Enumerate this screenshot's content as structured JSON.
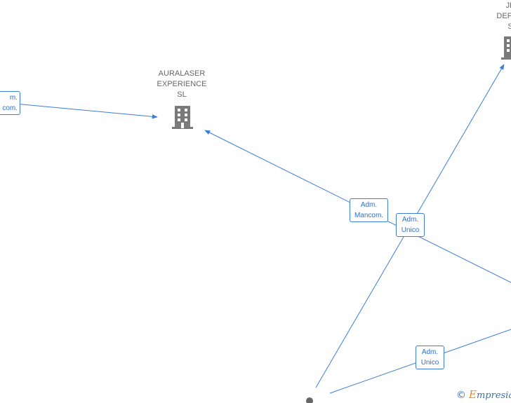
{
  "nodes": {
    "auralaser": {
      "name": "AURALASER\nEXPERIENCE\nSL"
    },
    "top_right": {
      "name": "JE\nDEPILA\nS"
    }
  },
  "edge_labels": {
    "left": "m.\ncom.",
    "center_mancom": "Adm.\nMancom.",
    "center_unico": "Adm.\nUnico",
    "bottom_unico": "Adm.\nUnico"
  },
  "watermark": {
    "copyright": "©",
    "brand_initial": "E",
    "brand_rest": "mpresia"
  },
  "colors": {
    "edge": "#3b7dd8",
    "node_text": "#666666",
    "building": "#7a7a7a",
    "person": "#666666"
  }
}
